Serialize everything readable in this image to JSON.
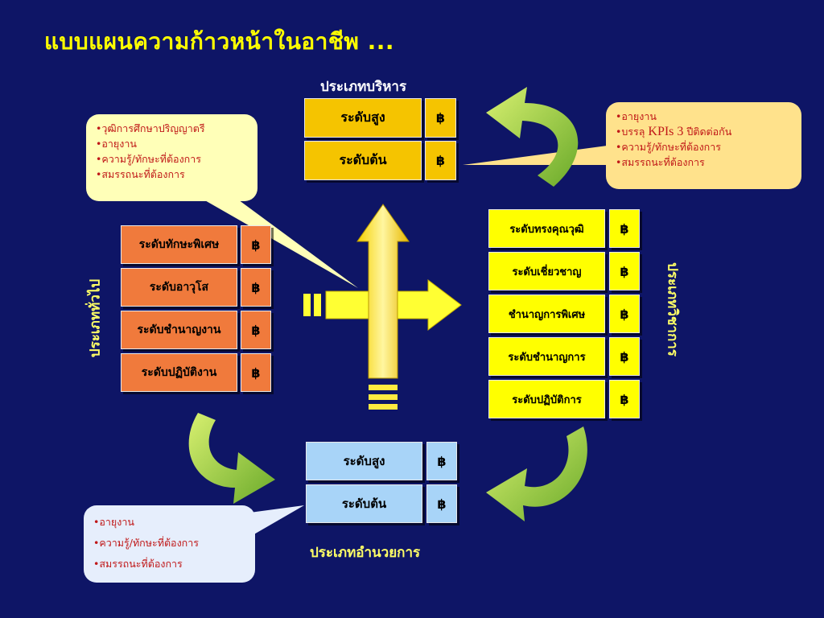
{
  "title": "แบบแผนความก้าวหน้าในอาชีพ ...",
  "currency_symbol": "฿",
  "executive": {
    "header": "ประเภทบริหาร",
    "levels": [
      "ระดับสูง",
      "ระดับต้น"
    ]
  },
  "general": {
    "header": "ประเภททั่วไป",
    "levels": [
      "ระดับทักษะพิเศษ",
      "ระดับอาวุโส",
      "ระดับชำนาญงาน",
      "ระดับปฏิบัติงาน"
    ]
  },
  "academic": {
    "header": "ประเภทวิชาการ",
    "levels": [
      "ระดับทรงคุณวุฒิ",
      "ระดับเชี่ยวชาญ",
      "ชำนาญการพิเศษ",
      "ระดับชำนาญการ",
      "ระดับปฏิบัติการ"
    ]
  },
  "director": {
    "header": "ประเภทอำนวยการ",
    "levels": [
      "ระดับสูง",
      "ระดับต้น"
    ]
  },
  "bubbles": {
    "top_left": [
      "วุฒิการศึกษาปริญญาตรี",
      "อายุงาน",
      "ความรู้/ทักษะที่ต้องการ",
      "สมรรถนะที่ต้องการ"
    ],
    "top_right": {
      "item1": "อายุงาน",
      "item2_prefix": "บรรลุ",
      "item2_highlight": "KPIs 3",
      "item2_suffix": "ปีติดต่อกัน",
      "item3": "ความรู้/ทักษะที่ต้องการ",
      "item4": "สมรรถนะที่ต้องการ"
    },
    "bottom_left": [
      "อายุงาน",
      "ความรู้/ทักษะที่ต้องการ",
      "สมรรถนะที่ต้องการ"
    ]
  },
  "colors": {
    "background": "#0e1566",
    "title": "#ffff00",
    "executive_box": "#f5c400",
    "general_box": "#f07a3c",
    "academic_box": "#ffff00",
    "director_box": "#a8d4f8",
    "bubble_text": "#c01818",
    "cycle_arrow": "#9ed33a"
  }
}
